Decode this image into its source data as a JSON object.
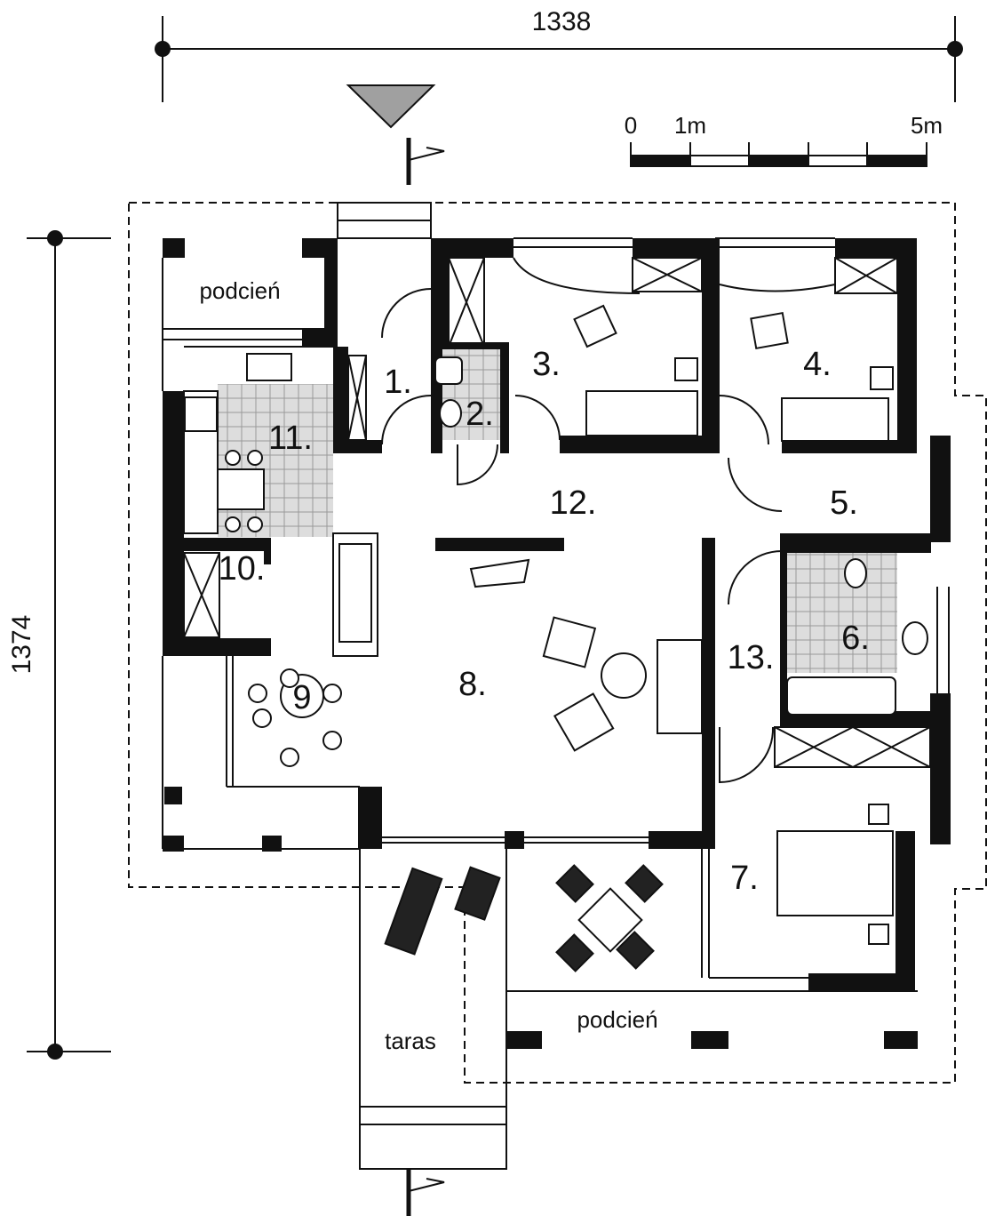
{
  "dimensions": {
    "width_label": "1338",
    "height_label": "1374"
  },
  "scale_bar": {
    "start": "0",
    "mid": "1m",
    "end": "5m"
  },
  "colors": {
    "walls": "#111111",
    "entrance_marker": "#a0a0a0",
    "tiles": "#dddddd"
  },
  "areas": {
    "porch_top": "podcień",
    "porch_bottom": "podcień",
    "terrace": "taras"
  },
  "rooms": [
    {
      "id": "1",
      "label": "1."
    },
    {
      "id": "2",
      "label": "2."
    },
    {
      "id": "3",
      "label": "3."
    },
    {
      "id": "4",
      "label": "4."
    },
    {
      "id": "5",
      "label": "5."
    },
    {
      "id": "6",
      "label": "6."
    },
    {
      "id": "7",
      "label": "7."
    },
    {
      "id": "8",
      "label": "8."
    },
    {
      "id": "9",
      "label": "9"
    },
    {
      "id": "10",
      "label": "10."
    },
    {
      "id": "11",
      "label": "11."
    },
    {
      "id": "12",
      "label": "12."
    },
    {
      "id": "13",
      "label": "13."
    }
  ]
}
